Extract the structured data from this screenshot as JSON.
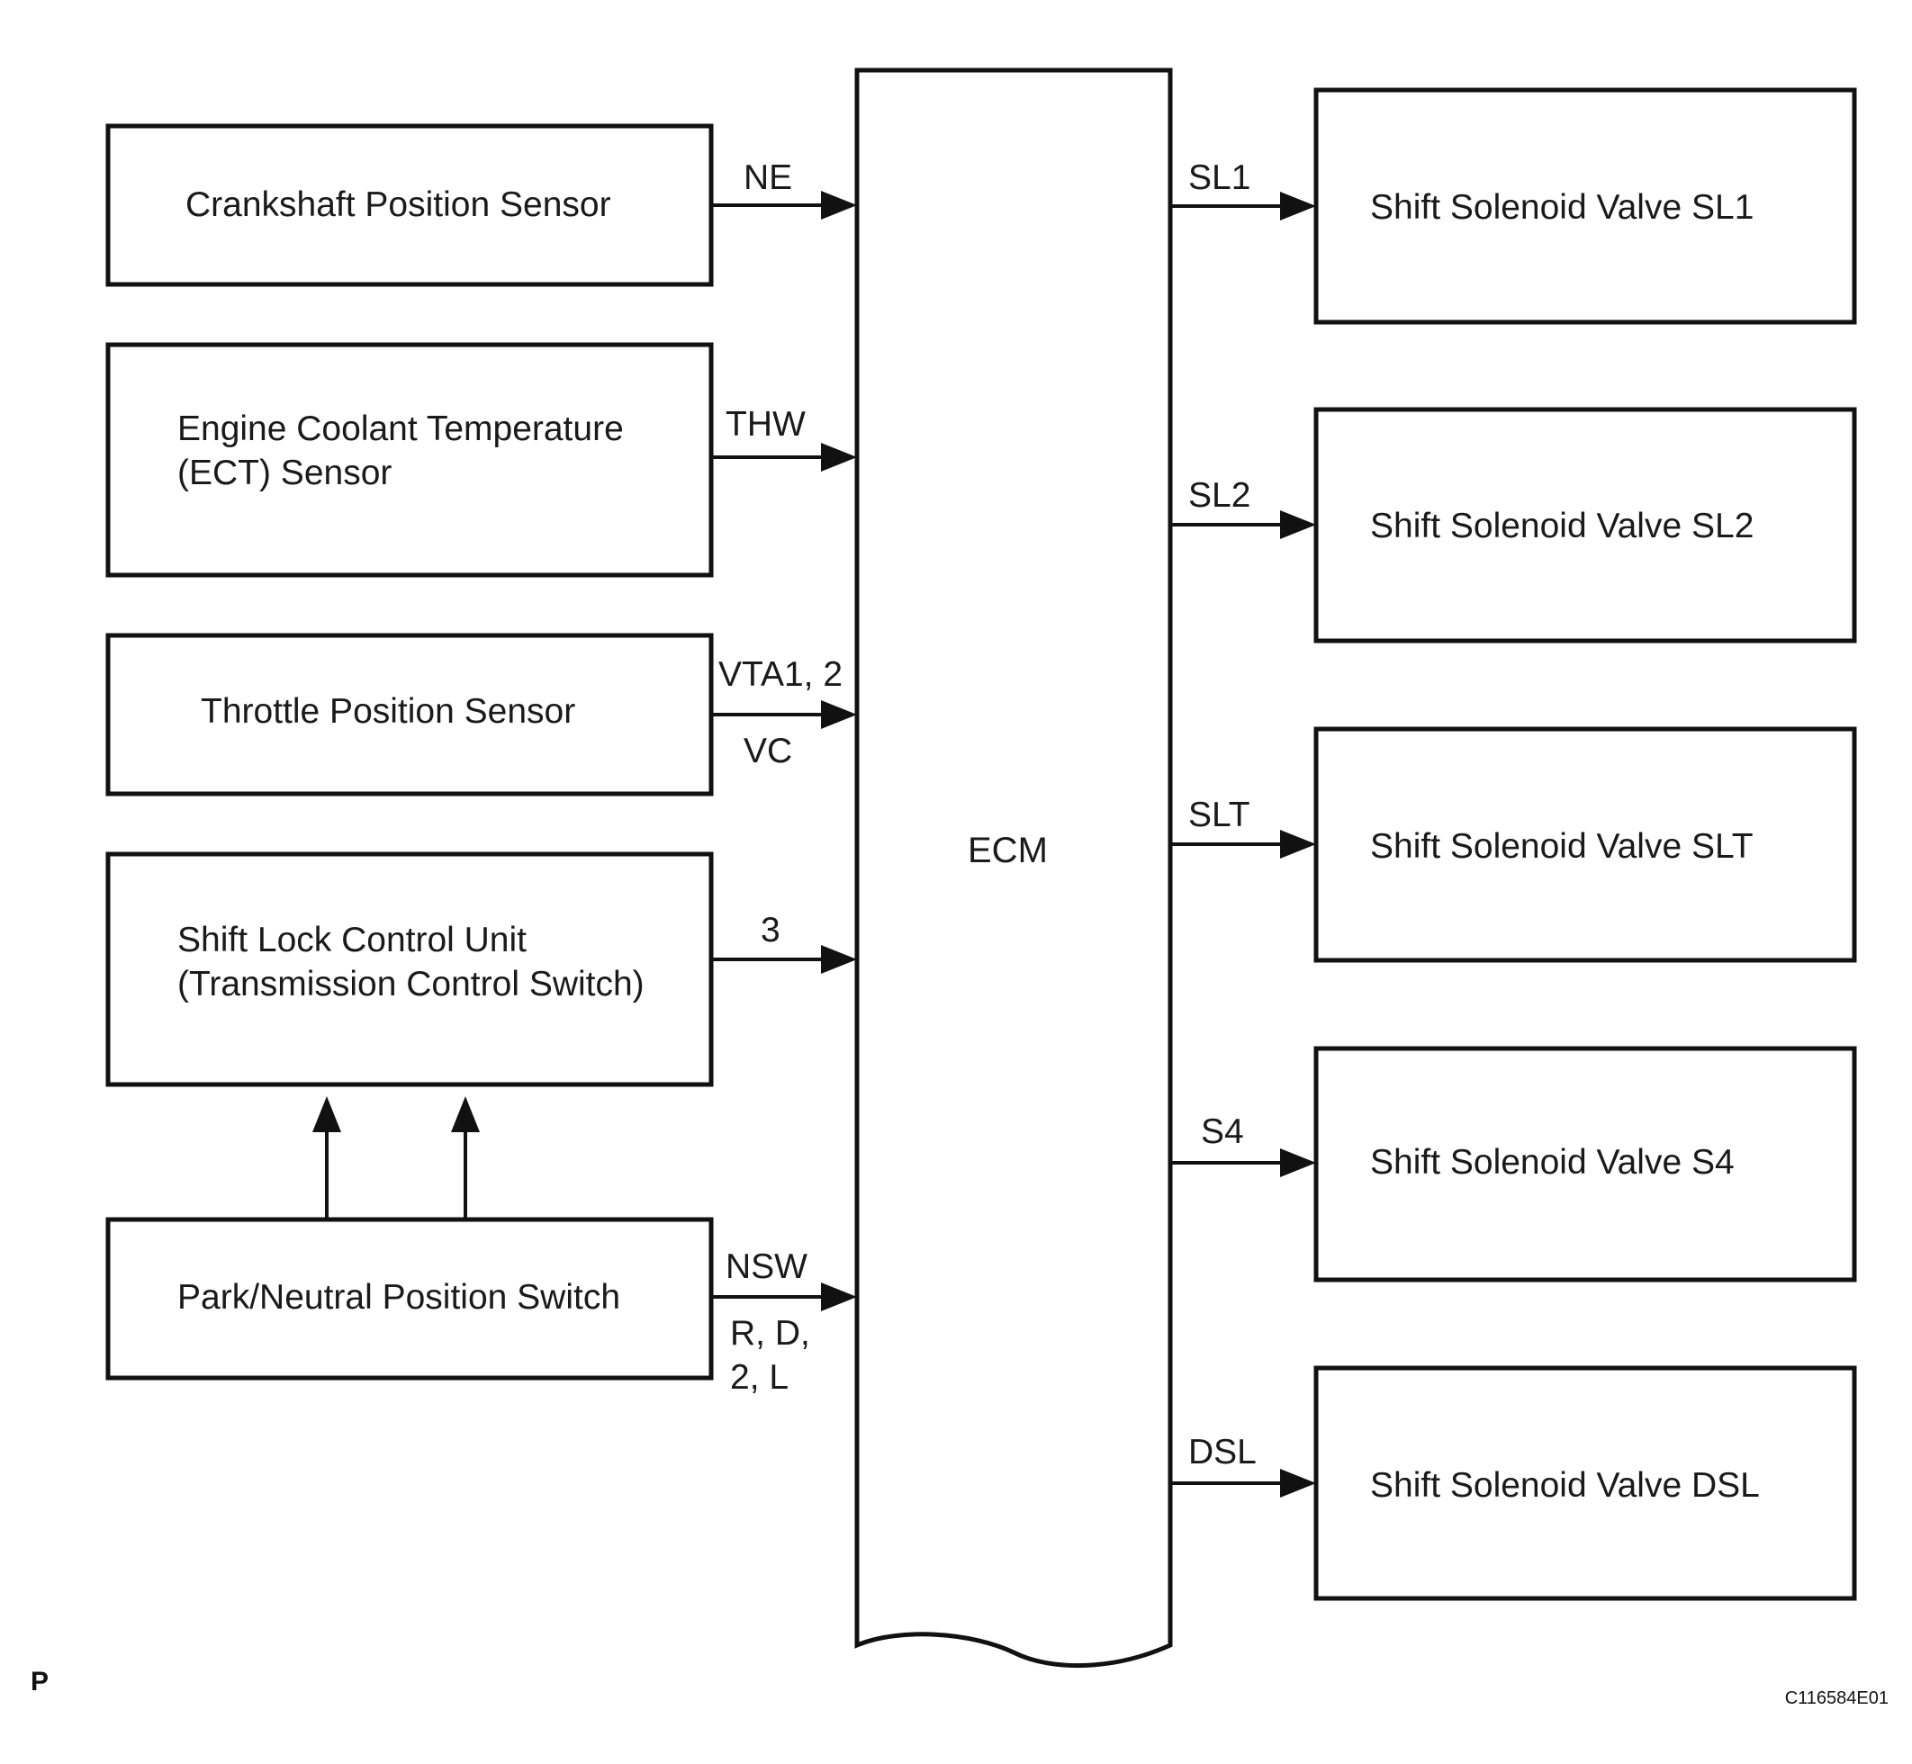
{
  "inputs": {
    "crankshaft": {
      "label": "Crankshaft Position Sensor",
      "signal": "NE"
    },
    "ect": {
      "label_line1": "Engine Coolant Temperature",
      "label_line2": "(ECT) Sensor",
      "signal": "THW"
    },
    "throttle": {
      "label": "Throttle Position Sensor",
      "signal_top": "VTA1, 2",
      "signal_bottom": "VC"
    },
    "shift_lock": {
      "label_line1": "Shift Lock Control Unit",
      "label_line2": "(Transmission Control Switch)",
      "signal": "3"
    },
    "park_neutral": {
      "label": "Park/Neutral Position Switch",
      "signal": "NSW",
      "signal_sub1": "R, D,",
      "signal_sub2": "2, L"
    }
  },
  "ecm": {
    "label": "ECM"
  },
  "outputs": [
    {
      "signal": "SL1",
      "label": "Shift Solenoid Valve SL1"
    },
    {
      "signal": "SL2",
      "label": "Shift Solenoid Valve SL2"
    },
    {
      "signal": "SLT",
      "label": "Shift Solenoid Valve SLT"
    },
    {
      "signal": "S4",
      "label": "Shift Solenoid Valve S4"
    },
    {
      "signal": "DSL",
      "label": "Shift Solenoid Valve DSL"
    }
  ],
  "footer": {
    "page_mark": "P",
    "figure_code": "C116584E01"
  }
}
